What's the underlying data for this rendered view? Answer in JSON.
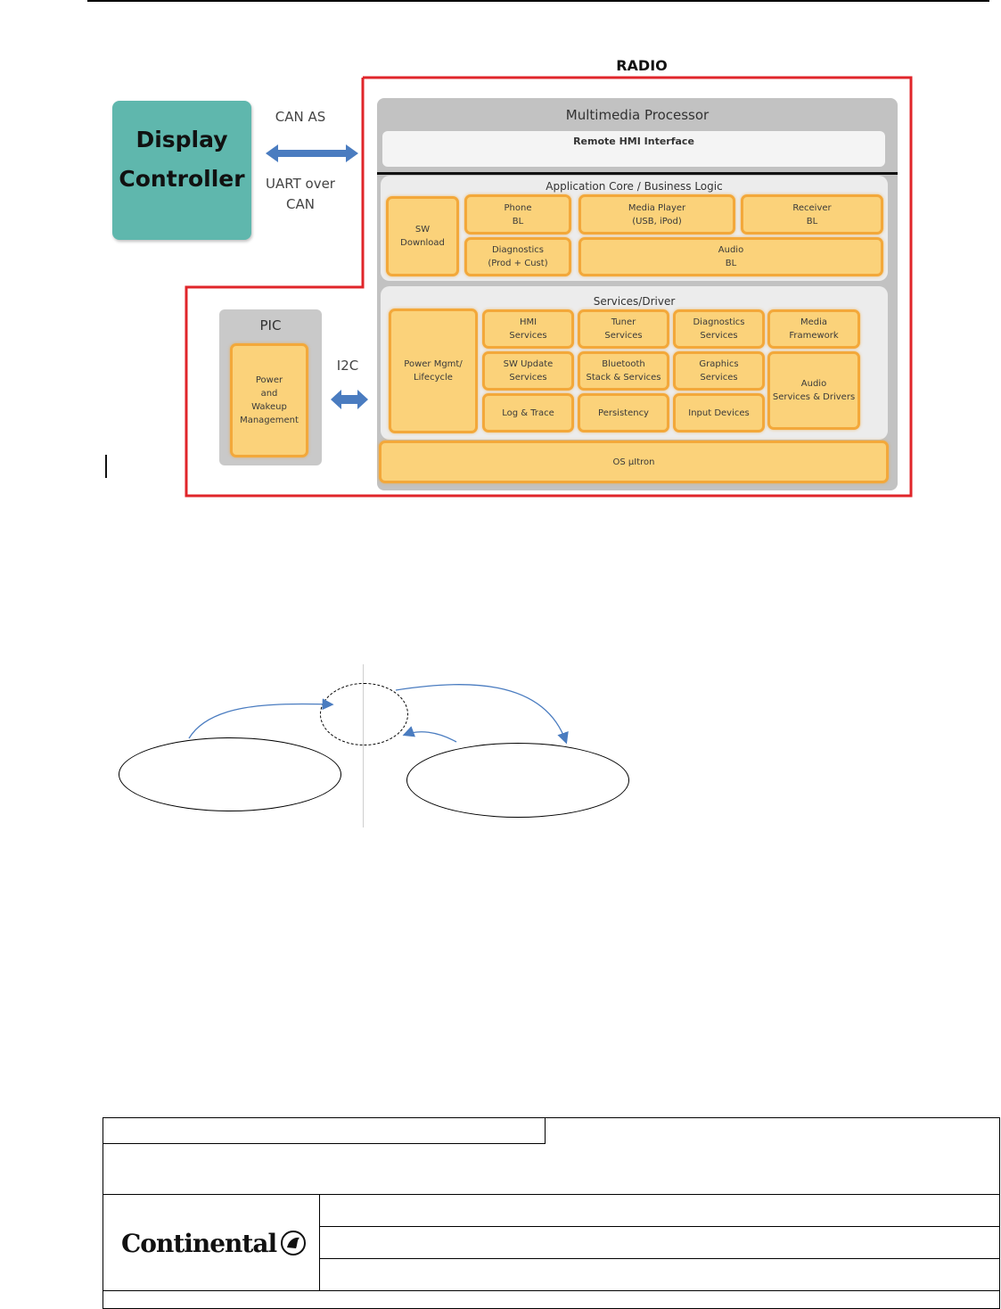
{
  "radio": {
    "title": "RADIO"
  },
  "display_controller": {
    "line1": "Display",
    "line2": "Controller"
  },
  "link_top": {
    "label": "CAN AS"
  },
  "link_bottom": {
    "line1": "UART over",
    "line2": "CAN"
  },
  "multimedia_processor": {
    "title": "Multimedia Processor",
    "remote_hmi": "Remote HMI Interface"
  },
  "app_core": {
    "title": "Application Core / Business Logic",
    "sw_download": [
      "SW",
      "Download"
    ],
    "phone": [
      "Phone",
      "BL"
    ],
    "media_player": [
      "Media Player",
      "(USB, iPod)"
    ],
    "receiver": [
      "Receiver",
      "BL"
    ],
    "diagnostics": [
      "Diagnostics",
      "(Prod + Cust)"
    ],
    "audio": [
      "Audio",
      "BL"
    ]
  },
  "services": {
    "title": "Services/Driver",
    "power_mgmt": [
      "Power Mgmt/",
      "Lifecycle"
    ],
    "hmi": [
      "HMI",
      "Services"
    ],
    "tuner": [
      "Tuner",
      "Services"
    ],
    "diag": [
      "Diagnostics",
      "Services"
    ],
    "media_fw": [
      "Media",
      "Framework"
    ],
    "sw_update": [
      "SW Update",
      "Services"
    ],
    "bluetooth": [
      "Bluetooth",
      "Stack & Services"
    ],
    "graphics": [
      "Graphics",
      "Services"
    ],
    "audio_sd": [
      "Audio",
      "Services & Drivers"
    ],
    "log_trace": "Log & Trace",
    "persistency": "Persistency",
    "input_devices": "Input Devices"
  },
  "os": {
    "label": "OS µItron"
  },
  "pic": {
    "title": "PIC",
    "lines": [
      "Power",
      "and",
      "Wakeup",
      "Management"
    ]
  },
  "i2c": {
    "label": "I2C"
  },
  "footer": {
    "logo": "Continental"
  },
  "colors": {
    "radio_border": "#e0252a",
    "display": "#5fb7ad",
    "component_fill": "#fbd27a",
    "component_border": "#f3a83a",
    "arrow": "#4a7cc0"
  }
}
